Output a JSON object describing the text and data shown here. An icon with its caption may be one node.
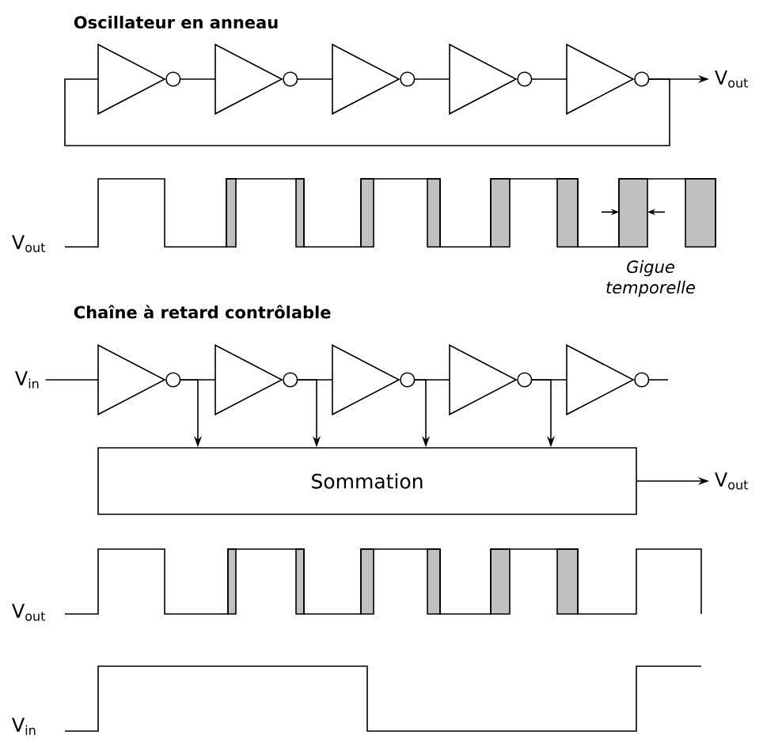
{
  "diagram": {
    "nodes": [
      {
        "text": [],
        "shape": "inverter"
      },
      {
        "text": [],
        "shape": "inverter"
      },
      {
        "text": [],
        "shape": "inverter"
      },
      {
        "text": [],
        "shape": "inverter"
      },
      {
        "text": [],
        "shape": "inverter"
      },
      {
        "text": [
          "V$_{out}$"
        ]
      },
      {
        "text": [
          "V$_{in}$"
        ]
      },
      {
        "text": [],
        "shape": "inverter"
      },
      {
        "text": [],
        "shape": "inverter"
      },
      {
        "text": [],
        "shape": "inverter"
      },
      {
        "text": [],
        "shape": "inverter"
      },
      {
        "text": [],
        "shape": "inverter"
      },
      {
        "text": [
          "Sommation"
        ]
      },
      {
        "text": [
          "V$_{out}$"
        ]
      }
    ],
    "edges": [
      {
        "from": 0,
        "to": 1,
        "arrow": "none"
      },
      {
        "from": 1,
        "to": 2,
        "arrow": "none"
      },
      {
        "from": 2,
        "to": 3,
        "arrow": "none"
      },
      {
        "from": 3,
        "to": 4,
        "arrow": "none"
      },
      {
        "from": 4,
        "to": 5,
        "arrow": "to"
      },
      {
        "from": 4,
        "to": 0,
        "arrow": "none"
      },
      {
        "from": 6,
        "to": 7,
        "arrow": "none"
      },
      {
        "from": 7,
        "to": 8,
        "arrow": "none"
      },
      {
        "from": 8,
        "to": 9,
        "arrow": "none"
      },
      {
        "from": 9,
        "to": 10,
        "arrow": "none"
      },
      {
        "from": 10,
        "to": 11,
        "arrow": "none"
      },
      {
        "from": 11,
        "to": null,
        "arrow": "none"
      },
      {
        "from": 7,
        "to": 12,
        "arrow": "to"
      },
      {
        "from": 8,
        "to": 12,
        "arrow": "to"
      },
      {
        "from": 9,
        "to": 12,
        "arrow": "to"
      },
      {
        "from": 10,
        "to": 12,
        "arrow": "to"
      },
      {
        "from": 12,
        "to": 13,
        "arrow": "to"
      }
    ],
    "labels": [
      "Oscillateur en anneau",
      "V$_{out}$",
      "Gigue temporelle",
      "Chaîne à retard contrôlable",
      "V$_{out}$",
      "V$_{in}$"
    ]
  }
}
